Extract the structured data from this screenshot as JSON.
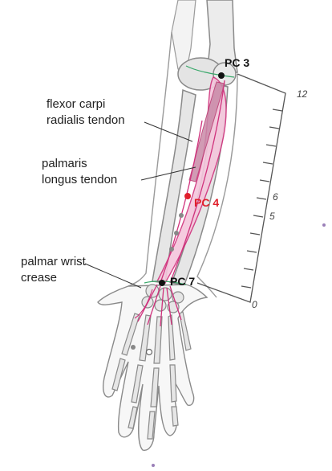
{
  "labels": {
    "flexor_line1": "flexor carpi",
    "flexor_line2": "radialis tendon",
    "palmaris_line1": "palmaris",
    "palmaris_line2": "longus tendon",
    "crease_line1": "palmar wrist",
    "crease_line2": "crease"
  },
  "points": {
    "pc3": "PC 3",
    "pc4": "PC 4",
    "pc7": "PC 7"
  },
  "ruler": {
    "ticks": [
      "12",
      "6",
      "5",
      "0"
    ]
  },
  "colors": {
    "bone_fill": "#e6e6e6",
    "bone_stroke": "#8a8a8a",
    "tendon_fill": "#f4c6dc",
    "tendon_stroke": "#d0327d",
    "muscle_fill": "#c98aa8",
    "crease_line": "#3aa86b",
    "point_black": "#111111",
    "point_red": "#e0202c",
    "label_red": "#e0202c"
  }
}
